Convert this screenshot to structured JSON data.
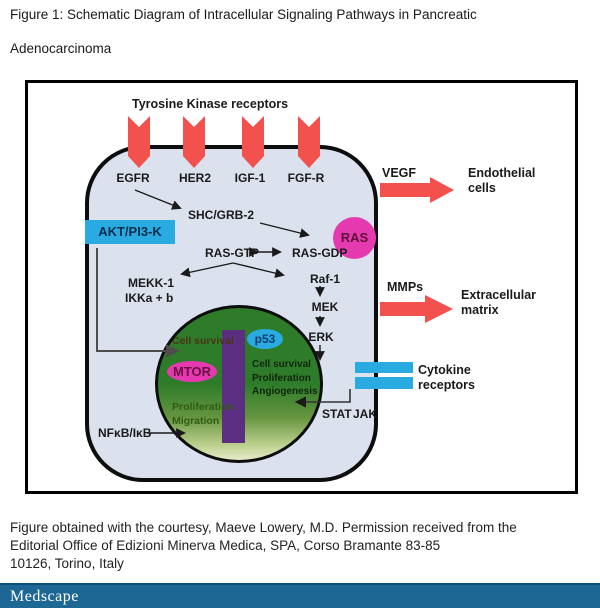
{
  "page": {
    "title_line1": "Figure 1: Schematic Diagram of Intracellular Signaling Pathways in Pancreatic",
    "title_line2": "Adenocarcinoma"
  },
  "diagram": {
    "receptor_group_label": "Tyrosine Kinase receptors",
    "receptors": [
      {
        "label": "EGFR"
      },
      {
        "label": "HER2"
      },
      {
        "label": "IGF-1"
      },
      {
        "label": "FGF-R"
      }
    ],
    "nodes": {
      "shc_grb2": "SHC/GRB-2",
      "akt_pi3k": "AKT/PI3-K",
      "ras": "RAS",
      "ras_gtp": "RAS-GTP",
      "ras_gdp": "RAS-GDP",
      "mekk1": "MEKK-1",
      "ikka_b": "IKKa + b",
      "raf1": "Raf-1",
      "mek": "MEK",
      "erk": "ERK",
      "nfkb_ikb": "NFκB/IκB",
      "stat": "STAT",
      "jak": "JAK"
    },
    "nucleus": {
      "mtor": "MTOR",
      "p53": "p53",
      "cell_survival": "Cell survival",
      "outcomes": [
        "Cell survival",
        "Proliferation",
        "Angiogenesis"
      ],
      "bottom_outcomes": [
        "Proliferation",
        "Migration"
      ]
    },
    "external": {
      "vegf": "VEGF",
      "endothelial_cells": "Endothelial cells",
      "mmps": "MMPs",
      "extracellular_matrix": "Extracellular matrix",
      "cytokine_receptors": "Cytokine receptors"
    },
    "colors": {
      "receptor_red": "#f2514e",
      "cell_fill": "#dbe2ee",
      "cyan": "#29abe2",
      "magenta": "#e53aaf",
      "nucleus_green": "#2e7c2a",
      "nucleus_fade": "#e6ecc9",
      "purple_bar": "#5c2e82",
      "medscape_blue": "#1d6795"
    }
  },
  "caption": {
    "lines": [
      "Figure obtained with the courtesy, Maeve Lowery, M.D. Permission received from the",
      "Editorial Office of Edizioni Minerva Medica, SPA, Corso Bramante 83-85",
      "10126, Torino, Italy"
    ]
  },
  "footer": {
    "brand": "Medscape"
  }
}
